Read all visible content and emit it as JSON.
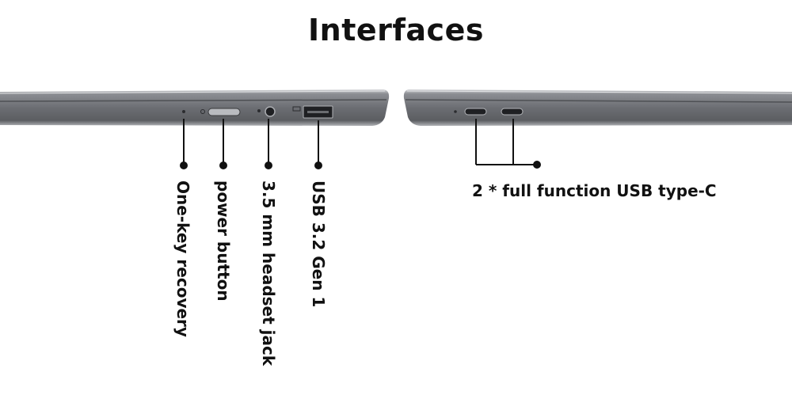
{
  "title": "Interfaces",
  "labels": {
    "one_key_recovery": "One-key recovery",
    "power_button": "power button",
    "headset_jack": "3.5 mm headset jack",
    "usb_a": "USB 3.2 Gen 1",
    "usb_c": "2 * full function USB type-C"
  },
  "colors": {
    "chassis": "#6f7176",
    "chassis_light": "#9a9ca1",
    "port_dark": "#2b2c2f",
    "text": "#111111"
  }
}
